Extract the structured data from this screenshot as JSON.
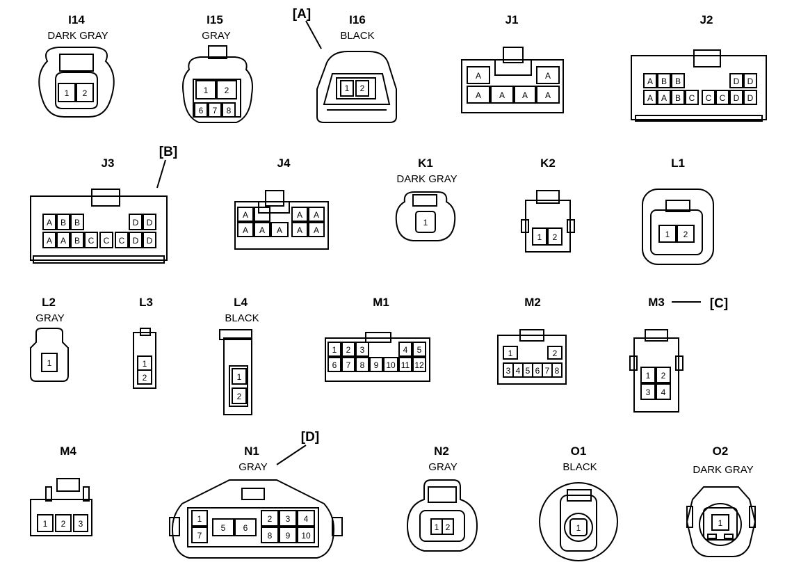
{
  "connectors": [
    {
      "key": "i14",
      "id": "I14",
      "color": "DARK GRAY",
      "pins": [
        "1",
        "2"
      ]
    },
    {
      "key": "i15",
      "id": "I15",
      "color": "GRAY",
      "pins": [
        "1",
        "2",
        "6",
        "7",
        "8"
      ]
    },
    {
      "key": "i16",
      "id": "I16",
      "color": "BLACK",
      "pins": [
        "1",
        "2"
      ]
    },
    {
      "key": "j1",
      "id": "J1",
      "color": "",
      "pins": [
        "A",
        "A",
        "A",
        "A",
        "A",
        "A"
      ]
    },
    {
      "key": "j2",
      "id": "J2",
      "color": "",
      "pins": [
        "A",
        "B",
        "B",
        "D",
        "D",
        "A",
        "A",
        "B",
        "C",
        "C",
        "C",
        "D",
        "D"
      ]
    },
    {
      "key": "j3",
      "id": "J3",
      "color": "",
      "pins": [
        "A",
        "B",
        "B",
        "D",
        "D",
        "A",
        "A",
        "B",
        "C",
        "C",
        "C",
        "D",
        "D"
      ]
    },
    {
      "key": "j4",
      "id": "J4",
      "color": "",
      "pins": [
        "A",
        "A",
        "A",
        "A",
        "A",
        "A",
        "A",
        "A"
      ]
    },
    {
      "key": "k1",
      "id": "K1",
      "color": "DARK GRAY",
      "pins": [
        "1"
      ]
    },
    {
      "key": "k2",
      "id": "K2",
      "color": "",
      "pins": [
        "1",
        "2"
      ]
    },
    {
      "key": "l1",
      "id": "L1",
      "color": "",
      "pins": [
        "1",
        "2"
      ]
    },
    {
      "key": "l2",
      "id": "L2",
      "color": "GRAY",
      "pins": [
        "1"
      ]
    },
    {
      "key": "l3",
      "id": "L3",
      "color": "",
      "pins": [
        "1",
        "2"
      ]
    },
    {
      "key": "l4",
      "id": "L4",
      "color": "BLACK",
      "pins": [
        "1",
        "2"
      ]
    },
    {
      "key": "m1",
      "id": "M1",
      "color": "",
      "pins": [
        "1",
        "2",
        "3",
        "4",
        "5",
        "6",
        "7",
        "8",
        "9",
        "10",
        "11",
        "12"
      ]
    },
    {
      "key": "m2",
      "id": "M2",
      "color": "",
      "pins": [
        "1",
        "2",
        "3",
        "4",
        "5",
        "6",
        "7",
        "8"
      ]
    },
    {
      "key": "m3",
      "id": "M3",
      "color": "",
      "pins": [
        "1",
        "2",
        "3",
        "4"
      ]
    },
    {
      "key": "m4",
      "id": "M4",
      "color": "",
      "pins": [
        "1",
        "2",
        "3"
      ]
    },
    {
      "key": "n1",
      "id": "N1",
      "color": "GRAY",
      "pins": [
        "1",
        "7",
        "5",
        "6",
        "2",
        "3",
        "4",
        "8",
        "9",
        "10"
      ]
    },
    {
      "key": "n2",
      "id": "N2",
      "color": "GRAY",
      "pins": [
        "1",
        "2"
      ]
    },
    {
      "key": "o1",
      "id": "O1",
      "color": "BLACK",
      "pins": [
        "1"
      ]
    },
    {
      "key": "o2",
      "id": "O2",
      "color": "DARK GRAY",
      "pins": [
        "1"
      ]
    }
  ],
  "callouts": [
    "[A]",
    "[B]",
    "[C]",
    "[D]"
  ]
}
